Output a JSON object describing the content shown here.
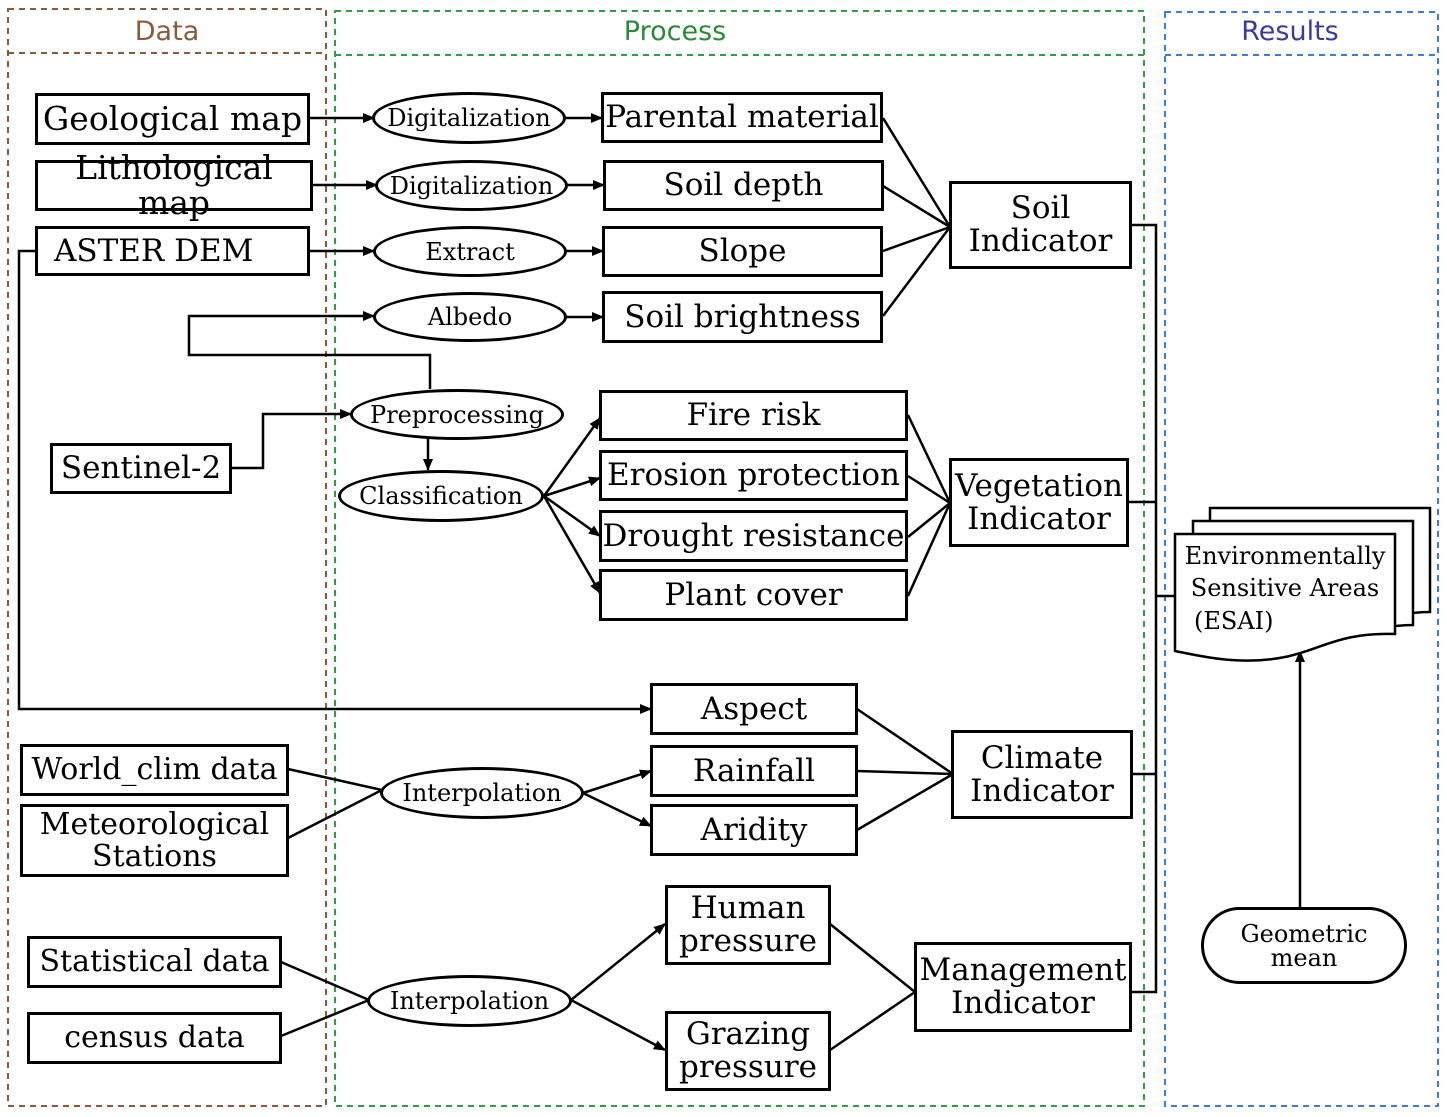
{
  "columns": {
    "data": "Data",
    "process": "Process",
    "results": "Results"
  },
  "colors": {
    "data_frame": "#8b5a3c",
    "process_frame": "#2e9e4a",
    "results_frame": "#3a7fd5",
    "data_label": "#8b5a3c",
    "process_label": "#2a8a3a",
    "results_label": "#3a3aa0"
  },
  "data_sources": {
    "geological_map": "Geological map",
    "lithological_map": "Lithological map",
    "aster_dem": "ASTER DEM",
    "sentinel2": "Sentinel-2",
    "worldclim": "World_clim data",
    "meteo_line1": "Meteorological",
    "meteo_line2": "Stations",
    "statistical": "Statistical data",
    "census": "census data"
  },
  "processes": {
    "digitalization1": "Digitalization",
    "digitalization2": "Digitalization",
    "extract": "Extract",
    "albedo": "Albedo",
    "preprocessing": "Preprocessing",
    "classification": "Classification",
    "interpolation1": "Interpolation",
    "interpolation2": "Interpolation"
  },
  "parameters": {
    "parental_material": "Parental material",
    "soil_depth": "Soil depth",
    "slope": "Slope",
    "soil_brightness": "Soil brightness",
    "fire_risk": "Fire risk",
    "erosion_protection": "Erosion protection",
    "drought_resistance": "Drought resistance",
    "plant_cover": "Plant cover",
    "aspect": "Aspect",
    "rainfall": "Rainfall",
    "aridity": "Aridity",
    "human_line1": "Human",
    "human_line2": "pressure",
    "grazing_line1": "Grazing",
    "grazing_line2": "pressure"
  },
  "indicators": {
    "soil_line1": "Soil",
    "soil_line2": "Indicator",
    "vegetation_line1": "Vegetation",
    "vegetation_line2": "Indicator",
    "climate_line1": "Climate",
    "climate_line2": "Indicator",
    "management_line1": "Management",
    "management_line2": "Indicator"
  },
  "results": {
    "esa_line1": "Environmentally",
    "esa_line2": "Sensitive Areas",
    "esa_line3": "(ESAI)",
    "geometric_line1": "Geometric",
    "geometric_line2": "mean"
  }
}
